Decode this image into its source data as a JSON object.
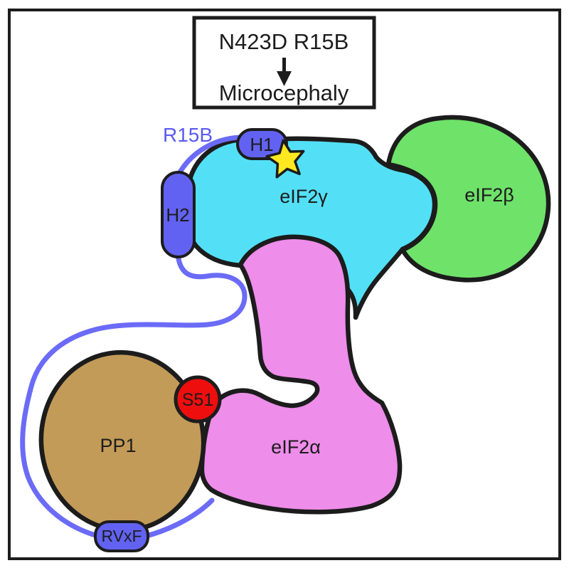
{
  "figure": {
    "background": "#ffffff",
    "outline_color": "#1c1c1c"
  },
  "title_box": {
    "mutation": "N423D R15B",
    "disease": "Microcephaly"
  },
  "labels": {
    "r15b": "R15B",
    "h1": "H1",
    "h2": "H2",
    "rvxf": "RVxF",
    "eif2_gamma": "eIF2γ",
    "eif2_beta": "eIF2β",
    "eif2_alpha": "eIF2α",
    "pp1": "PP1",
    "s51": "S51"
  },
  "colors": {
    "cyan_eif2_gamma": "#53e0f7",
    "green_eif2_beta": "#6fe26a",
    "pink_eif2_alpha": "#ee8dea",
    "brown_pp1": "#c29b58",
    "blue_pill": "#6262f2",
    "blue_line": "#6b6bf7",
    "blue_text": "#5a5af2",
    "red_s51": "#ee0e0e",
    "yellow_star": "#ffe81f"
  }
}
